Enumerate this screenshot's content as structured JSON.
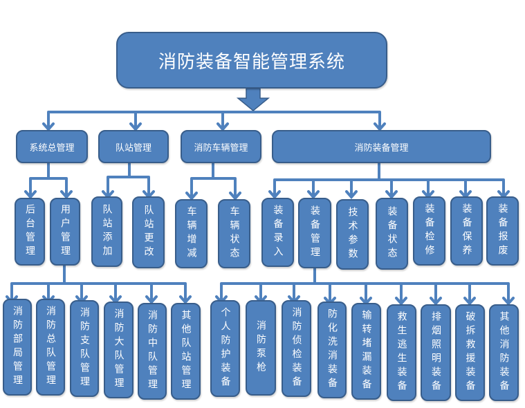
{
  "diagram": {
    "title": "消防装备智能管理系统",
    "colors": {
      "box_fill": "#4f81bd",
      "box_border": "#385d8a",
      "line": "#4f81bd",
      "text": "#ffffff"
    },
    "level1": [
      {
        "label": "系统总管理",
        "children": [
          {
            "label": "后台管理"
          },
          {
            "label": "用户管理",
            "children": [
              "消防部局管理",
              "消防总队管理",
              "消防支队管理",
              "消防大队管理",
              "消防中队管理",
              "其他队站管理"
            ]
          }
        ]
      },
      {
        "label": "队站管理",
        "children": [
          {
            "label": "队站添加"
          },
          {
            "label": "队站更改"
          }
        ]
      },
      {
        "label": "消防车辆管理",
        "children": [
          {
            "label": "车辆增减"
          },
          {
            "label": "车辆状态"
          }
        ]
      },
      {
        "label": "消防装备管理",
        "children": [
          {
            "label": "装备录入"
          },
          {
            "label": "装备管理",
            "children": [
              "个人防护装备",
              "消防泵枪",
              "消防侦检装备",
              "防化洗消装备",
              "输转堵漏装备",
              "救生逃生装备",
              "排烟照明装备",
              "破拆救援装备",
              "其他消防装备"
            ]
          },
          {
            "label": "技术参数"
          },
          {
            "label": "装备状态"
          },
          {
            "label": "装备检修"
          },
          {
            "label": "装备保养"
          },
          {
            "label": "装备报废"
          }
        ]
      }
    ]
  }
}
